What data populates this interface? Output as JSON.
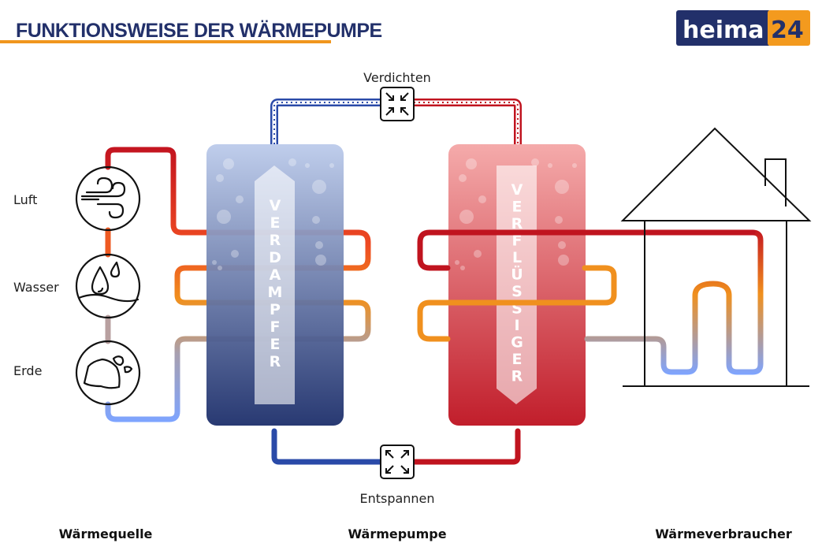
{
  "header": {
    "title": "FUNKTIONSWEISE DER WÄRMEPUMPE",
    "logo_text_a": "heima",
    "logo_text_b": "24"
  },
  "sources": [
    {
      "label": "Luft",
      "icon": "wind-icon"
    },
    {
      "label": "Wasser",
      "icon": "water-drop-icon"
    },
    {
      "label": "Erde",
      "icon": "stones-icon"
    }
  ],
  "evaporator": {
    "label": "VERDAMPFER"
  },
  "condenser": {
    "label": "VERFLÜSSIGER"
  },
  "compressor": {
    "label": "Verdichten"
  },
  "expansion": {
    "label": "Entspannen"
  },
  "sections": {
    "source": "Wärmequelle",
    "pump": "Wärmepumpe",
    "consumer": "Wärmeverbraucher"
  },
  "colors": {
    "navy": "#22306a",
    "orange": "#f0961e",
    "red": "#c0141f",
    "blue": "#2a4aa8"
  }
}
